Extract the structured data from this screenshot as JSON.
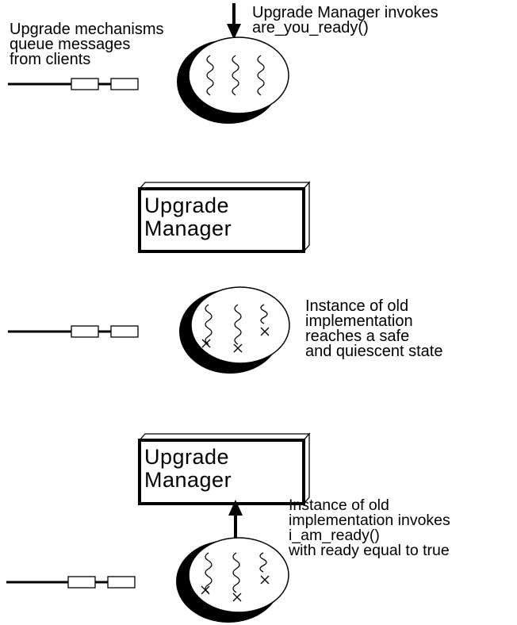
{
  "labels": {
    "invoke_top": "Upgrade Manager invokes\nare_you_ready()",
    "queue": "Upgrade mechanisms\nqueue messages\nfrom clients",
    "safe_state": "Instance of old\nimplementation\nreaches a safe\nand quiescent state",
    "invoke_bottom": "Instance of old\nimplementation invokes\ni_am_ready()\nwith ready equal to true"
  },
  "manager_boxes": [
    {
      "title": "Upgrade\nManager"
    },
    {
      "title": "Upgrade\nManager"
    }
  ],
  "instances": [
    {
      "threads": 3,
      "stopped_marks": 0
    },
    {
      "threads": 3,
      "stopped_marks": 3
    },
    {
      "threads": 3,
      "stopped_marks": 3
    }
  ]
}
